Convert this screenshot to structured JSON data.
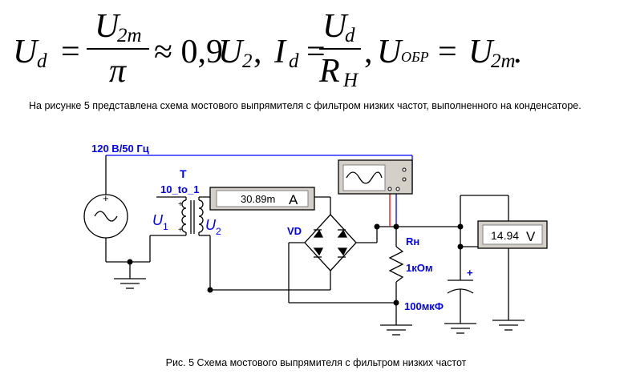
{
  "formula": {
    "u_d_lhs": "U",
    "u_d_lhs_sub": "d",
    "eq1": "=",
    "num1": "U",
    "num1_sub": "2m",
    "den1": "π",
    "approx": "≈ 0,9",
    "u2": "U",
    "u2_sub": "2",
    "comma1": ",",
    "i_d": "I",
    "i_d_sub": "d",
    "eq2": "=",
    "num2": "U",
    "num2_sub": "d",
    "den2": "R",
    "den2_sub": "Н",
    "comma2": ",",
    "u_obr": "U",
    "u_obr_sub": "ОБР",
    "eq3": "=",
    "u2m": "U",
    "u2m_sub": "2m",
    "dot": "."
  },
  "paragraph": "На рисунке 5 представлена схема мостового выпрямителя с фильтром низких частот, выполненного на конденсаторе.",
  "circuit": {
    "source_label": "120 В/50 Гц",
    "transformer_label": "T",
    "transformer_model": "10_to_1",
    "primary_label": "U",
    "primary_sub": "1",
    "secondary_label": "U",
    "secondary_sub": "2",
    "ammeter_value": "30.89m",
    "ammeter_unit": "A",
    "bridge_label": "VD",
    "resistor_label": "Rн",
    "resistor_value": "1кОм",
    "capacitor_value": "100мкФ",
    "voltmeter_value": "14.94",
    "voltmeter_unit": "V",
    "plus_sign": "+",
    "colors": {
      "wire": "#000000",
      "probe_wire": "#0000ff",
      "probe_wire_red": "#ff0000",
      "label_blue": "#0000ff"
    }
  },
  "caption": "Рис. 5 Схема мостового выпрямителя с фильтром низких частот"
}
